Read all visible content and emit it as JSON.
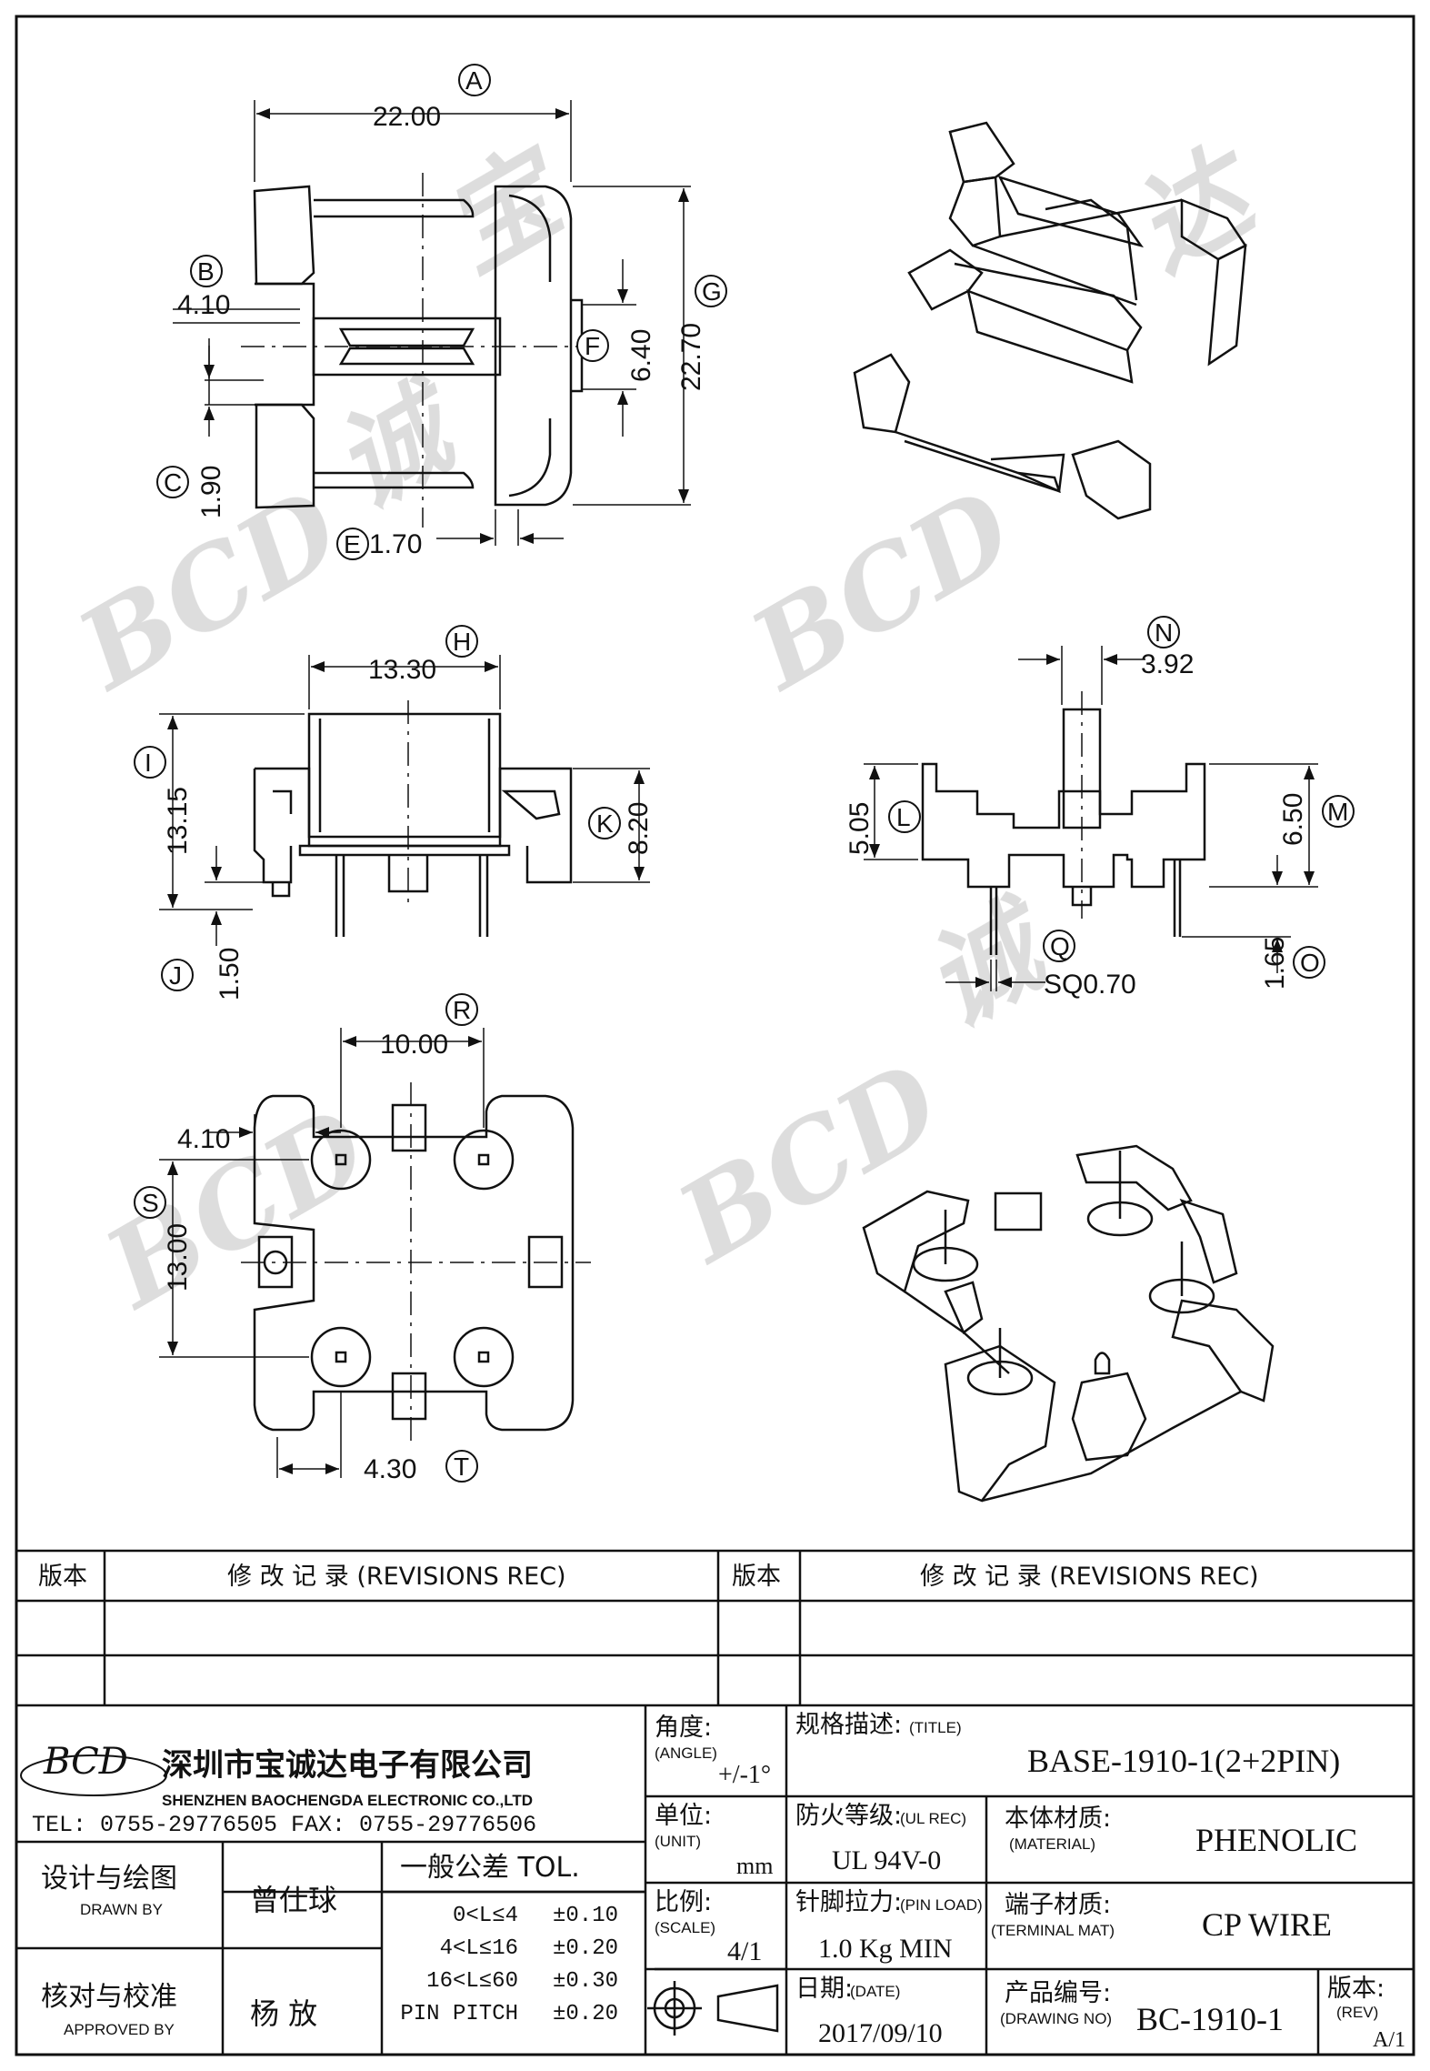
{
  "dimensions": {
    "A": {
      "letter": "A",
      "value": "22.00"
    },
    "B": {
      "letter": "B",
      "value": "4.10"
    },
    "C": {
      "letter": "C",
      "value": "1.90"
    },
    "E": {
      "letter": "E",
      "value": "1.70"
    },
    "F": {
      "letter": "F",
      "value": "6.40"
    },
    "G": {
      "letter": "G",
      "value": "22.70"
    },
    "H": {
      "letter": "H",
      "value": "13.30"
    },
    "I": {
      "letter": "I",
      "value": "13.15"
    },
    "J": {
      "letter": "J",
      "value": "1.50"
    },
    "K": {
      "letter": "K",
      "value": "8.20"
    },
    "L": {
      "letter": "L",
      "value": "5.05"
    },
    "M": {
      "letter": "M",
      "value": "6.50"
    },
    "N": {
      "letter": "N",
      "value": "3.92"
    },
    "O": {
      "letter": "O",
      "value": "1.65"
    },
    "Q": {
      "letter": "Q",
      "value": "SQ0.70"
    },
    "R": {
      "letter": "R",
      "value": "10.00"
    },
    "S": {
      "letter": "S",
      "value": "13.00"
    },
    "S2": {
      "value": "4.10"
    },
    "T": {
      "letter": "T",
      "value": "4.30"
    }
  },
  "watermark": [
    "BCD",
    "宝",
    "诚",
    "达"
  ],
  "revisions": {
    "col_version": "版本",
    "col_record": "修 改 记 录 (REVISIONS REC)"
  },
  "company": {
    "logo": "BCD",
    "name_cn": "深圳市宝诚达电子有限公司",
    "name_en": "SHENZHEN BAOCHENGDA ELECTRONIC CO.,LTD",
    "contact": "TEL: 0755-29776505  FAX: 0755-29776506"
  },
  "title_block": {
    "angle_label": "角度:",
    "angle_label_en": "(ANGLE)",
    "angle_value": "+/-1°",
    "unit_label": "单位:",
    "unit_label_en": "(UNIT)",
    "unit_value": "mm",
    "scale_label": "比例:",
    "scale_label_en": "(SCALE)",
    "scale_value": "4/1",
    "title_label": "规格描述:",
    "title_label_en": "(TITLE)",
    "title_value": "BASE-1910-1(2+2PIN)",
    "ul_label": "防火等级:",
    "ul_label_en": "(UL REC)",
    "ul_value": "UL 94V-0",
    "material_label": "本体材质:",
    "material_label_en": "(MATERIAL)",
    "material_value": "PHENOLIC",
    "pin_label": "针脚拉力:",
    "pin_label_en": "(PIN LOAD)",
    "pin_value": "1.0 Kg MIN",
    "terminal_label": "端子材质:",
    "terminal_label_en": "(TERMINAL MAT)",
    "terminal_value": "CP WIRE",
    "date_label": "日期:",
    "date_label_en": "(DATE)",
    "date_value": "2017/09/10",
    "drawing_label": "产品编号:",
    "drawing_label_en": "(DRAWING NO)",
    "drawing_value": "BC-1910-1",
    "rev_label": "版本:",
    "rev_label_en": "(REV)",
    "rev_value": "A/1",
    "drawn_label": "设计与绘图",
    "drawn_label_en": "DRAWN BY",
    "drawn_value": "曾仕球",
    "approved_label": "核对与校准",
    "approved_label_en": "APPROVED BY",
    "approved_value": "杨  放",
    "tol_title": "一般公差 TOL.",
    "tol_rows": [
      {
        "range": "0<L≤4",
        "value": "±0.10"
      },
      {
        "range": "4<L≤16",
        "value": "±0.20"
      },
      {
        "range": "16<L≤60",
        "value": "±0.30"
      },
      {
        "range": "PIN PITCH",
        "value": "±0.20"
      }
    ]
  }
}
